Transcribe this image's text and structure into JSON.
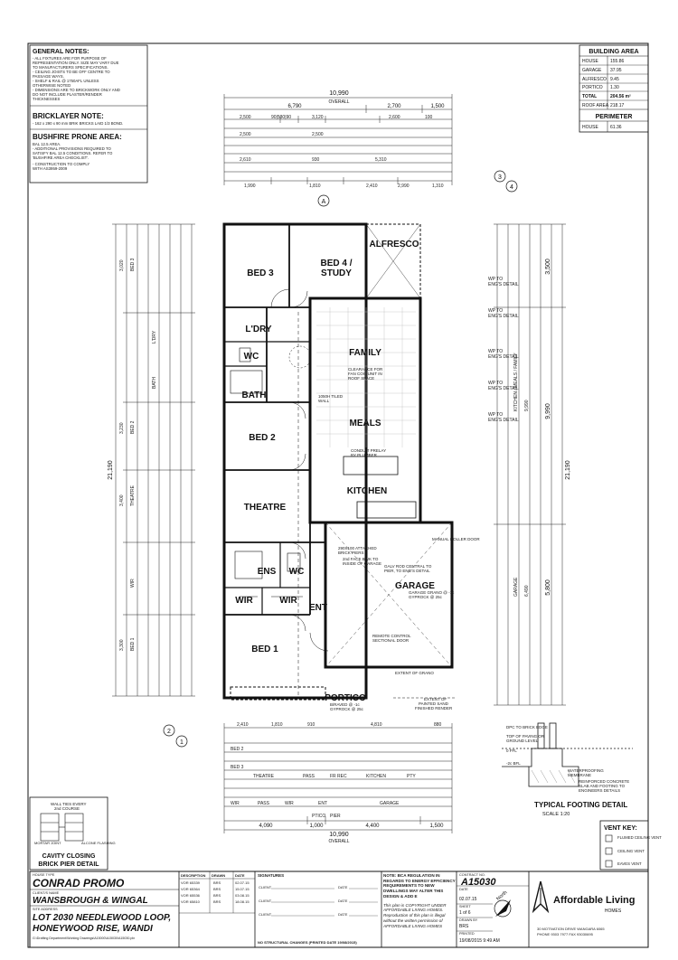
{
  "general_notes": {
    "title": "GENERAL NOTES:",
    "lines": [
      "- ALL FIXTURES ARE FOR PURPOSE OF",
      "REPRESENTATION ONLY. SIZE MAY VARY DUE",
      "TO MANUFACTURERS SPECIFICATIONS.",
      "- CEILING JOISTS TO BE OFF CENTRE TO",
      "PASSAGE WAYS.",
      "- SHELF & RAIL @ 1750AFL UNLESS",
      "OTHERWISE NOTED",
      "- DIMENSIONS ARE TO BRICKWORK ONLY AND",
      "DO NOT INCLUDE PLASTER/RENDER",
      "THICKNESSES"
    ]
  },
  "bricklayer_note": {
    "title": "BRICKLAYER NOTE:",
    "lines": [
      "- 162 x 290 x 90 mm BRIK BRICKS LAID 1/3 BOND."
    ]
  },
  "bushfire": {
    "title": "BUSHFIRE PRONE AREA:",
    "lines": [
      "BAL 12.5 AREA.",
      "- ADDITIONAL PROVISIONS REQUIRED TO",
      "SATISFY BAL 12.5 CONDITIONS. REFER TO",
      "'BUSHFIRE AREA CHECKLIST'.",
      "- CONSTRUCTION TO COMPLY",
      "WITH AS3959-2009"
    ]
  },
  "building_area": {
    "title": "BUILDING AREA",
    "rows": [
      {
        "label": "HOUSE",
        "value": "155.86"
      },
      {
        "label": "GARAGE",
        "value": "37.95"
      },
      {
        "label": "ALFRESCO",
        "value": "9.45"
      },
      {
        "label": "PORTICO",
        "value": "1.30"
      },
      {
        "label": "TOTAL",
        "value": "204.56 m²"
      },
      {
        "label": "ROOF AREA",
        "value": "218.17"
      }
    ],
    "perimeter_title": "PERIMETER",
    "perimeter_label": "HOUSE",
    "perimeter_value": "61.36"
  },
  "rooms": {
    "bed3": "BED 3",
    "bed4": "BED 4 /",
    "bed4b": "STUDY",
    "alfresco": "ALFRESCO",
    "ldry": "L'DRY",
    "wc": "WC",
    "bath": "BATH",
    "family": "FAMILY",
    "meals": "MEALS",
    "bed2": "BED 2",
    "theatre": "THEATRE",
    "kitchen": "KITCHEN",
    "garage": "GARAGE",
    "ens": "ENS",
    "wc2": "WC",
    "wir1": "WIR",
    "wir2": "WIR",
    "ent": "ENT",
    "bed1": "BED 1",
    "portico": "PORTICO"
  },
  "plan_notes": {
    "n1": "CLEARANCE FOR",
    "n2": "FAN COIL UNIT IN",
    "n3": "ROOF SPACE",
    "n4": "1050H TILED",
    "n5": "WALL",
    "n6": "CONDUIT PRELAY",
    "n7": "BY PLUMBER",
    "n8": "290X100 ATTACHED",
    "n9": "BRICK PIERS",
    "n10": "2nd FACE BWK TO",
    "n11": "INSIDE OF GARAGE",
    "n12": "GALV ROD CENTRAL TO",
    "n13": "PIER, TO ENG'S DETAIL",
    "n14": "REMOTE CONTROL",
    "n15": "SECTIONAL DOOR",
    "n16": "EXTENT OF GRANO",
    "n17": "EXTENT OF",
    "n18": "PAINTED SAND",
    "n19": "FINISHED RENDER",
    "n20": "GARAGE GRANO @ -1c",
    "n21": "GYPROCK @ 25c",
    "n22": "B/RAVED @ -1c",
    "n23": "GYPROCK @ 25c",
    "n24": "MANUAL ROLLER DOOR"
  },
  "dims": {
    "top_overall": "10,990",
    "overall_word": "OVERALL",
    "top_a": "6,790",
    "top_b": "2,700",
    "top_c": "1,500",
    "left_overall": "21,190",
    "right_overall": "21,190",
    "right_mid": "9,990",
    "right_top": "3,500",
    "right_garage": "5,800",
    "bottom_overall": "10,990",
    "bottom_a": "4,090",
    "bottom_b": "1,000",
    "bottom_c": "4,400",
    "bottom_d": "1,500"
  },
  "footing": {
    "title": "TYPICAL FOOTING DETAIL",
    "scale": "SCALE 1:20",
    "l1": "DPC TO BRICK EDGE",
    "l2": "TOP OF PAVING OR",
    "l3": "GROUND LEVEL",
    "l4": "0 FFL",
    "l5": "-2c BFL",
    "l6": "WATERPROOFING",
    "l7": "MEMBRANE",
    "l8": "REINFORCED CONCRETE",
    "l9": "SLAB AND FOOTING TO",
    "l10": "ENGINEERS DETAILS"
  },
  "vent_key": {
    "title": "VENT KEY:",
    "items": [
      "FLUMED CEILING VENT",
      "CEILING VENT",
      "EAVES VENT"
    ]
  },
  "cavity": {
    "top": "WALL TIES EVERY",
    "top2": "2nd COURSE",
    "mortar": "MORTAR JOINT",
    "flashing": "ALCONE FLASHING",
    "title1": "CAVITY CLOSING",
    "title2": "BRICK PIER DETAIL"
  },
  "title_block": {
    "house_type_label": "HOUSE TYPE",
    "house_type": "CONRAD PROMO",
    "client_label": "CLIENT/S NAME",
    "client": "WANSBROUGH & WINGAL",
    "site_label": "SITE ADDRESS",
    "site1": "LOT 2030 NEEDLEWOOD LOOP,",
    "site2": "HONEYWOOD RISE, WANDI",
    "path": "G:\\Drafting Department\\Working Drawings\\A15000\\A15030\\A15030.pln",
    "rev_headers": [
      "DESCRIPTION",
      "DRAWN",
      "DATE"
    ],
    "revs": [
      [
        "VOR 65339",
        "BRS",
        "02.07.15"
      ],
      [
        "VOR 65364",
        "BRS",
        "15.07.15"
      ],
      [
        "VOR 65536",
        "BRS",
        "03.08.15"
      ],
      [
        "VOR 65810",
        "BRS",
        "18.08.15"
      ]
    ],
    "signatures": "SIGNATURES",
    "client_sig": "CLIENT",
    "date_word": "DATE",
    "no_structural": "NO STRUCTURAL CHANGES (PRINTED DATE 19/08/2015)",
    "bca_note": "NOTE: BCA REGULATION IN REGARDS TO ENERGY EFFICIENCY REQUIREMENTS TO NEW DWELLINGS MAY ALTER THIS DESIGN & ADD E",
    "copyright": "This plan is COPYRIGHT UNDER AFFORDABLE LIVING HOMES. Reproduction of this plan is illegal without the written permission of AFFORDABLE LIVING HOMES",
    "contract_label": "CONTRACT NO.",
    "contract_no": "A15030",
    "date_label": "DATE",
    "date": "02.07.15",
    "sheet_label": "SHEET",
    "sheet": "1 of 6",
    "drawn_label": "DRAWN BY",
    "drawn": "BRS",
    "printed_label": "PRINTED",
    "printed": "19/08/2015   9:49 AM",
    "north": "North",
    "company1": "Affordable Living",
    "company2": "HOMES",
    "address": "30 MOTIVATION DRIVE  WANGARA 6065",
    "phone": "PHONE 9303 7977   FAX 93030695"
  }
}
